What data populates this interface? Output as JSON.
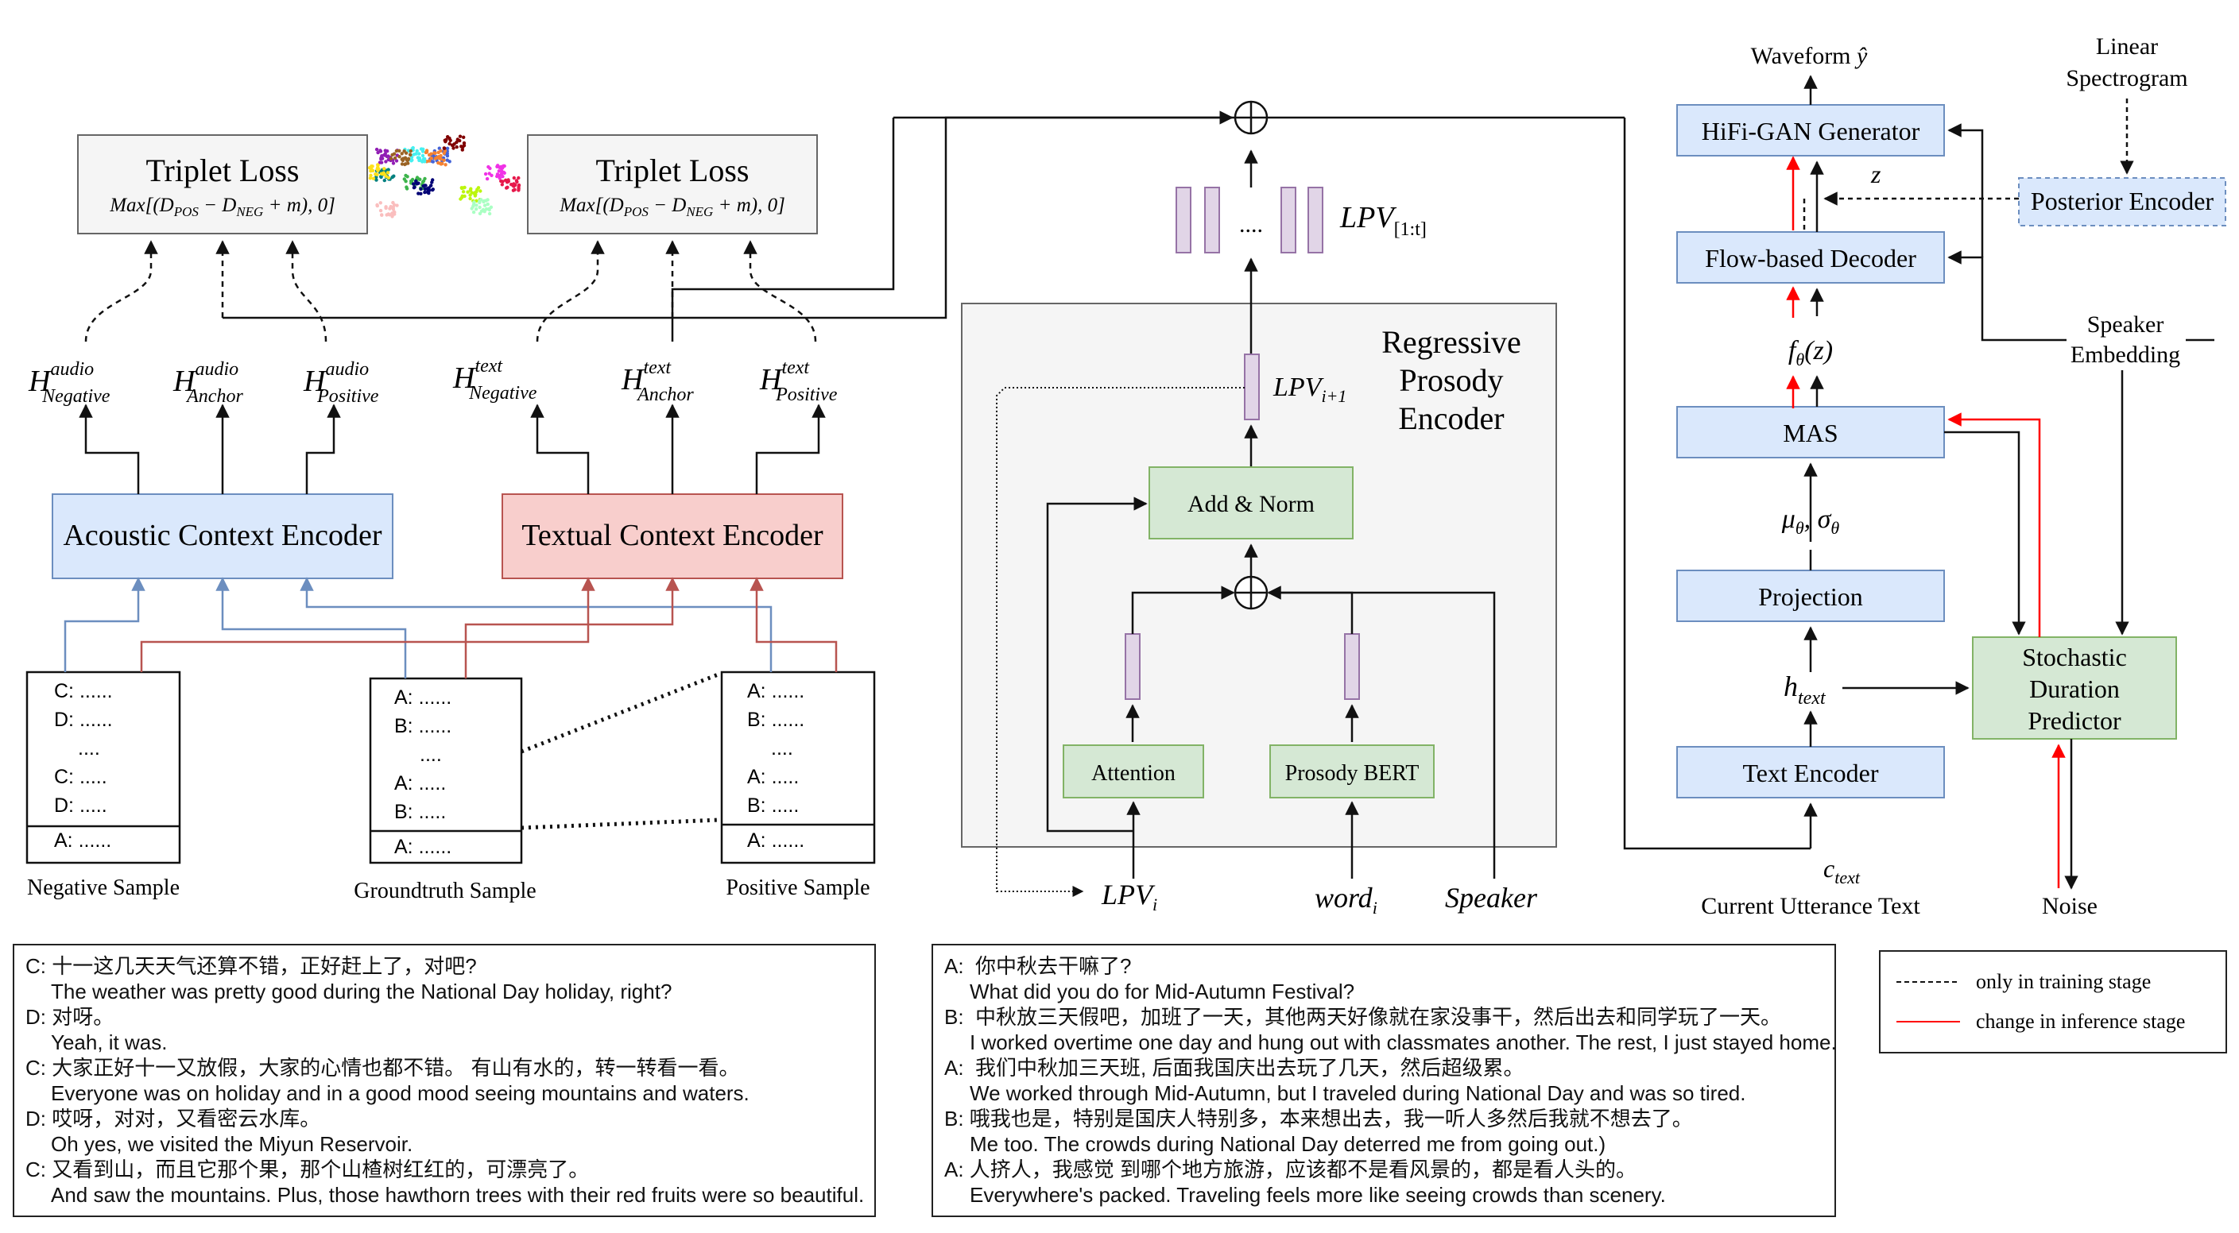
{
  "left": {
    "triplet_loss_1": {
      "title": "Triplet Loss",
      "formula": "Max[(D",
      "formula_pos": "POS",
      "formula_mid": " − D",
      "formula_neg": "NEG",
      "formula_end": " + m), 0]"
    },
    "triplet_loss_2": {
      "title": "Triplet Loss",
      "formula": "Max[(D",
      "formula_pos": "POS",
      "formula_mid": " − D",
      "formula_neg": "NEG",
      "formula_end": " + m), 0]"
    },
    "h_audio_negative": {
      "base": "H",
      "sup": "audio",
      "sub": "Negative"
    },
    "h_audio_anchor": {
      "base": "H",
      "sup": "audio",
      "sub": "Anchor"
    },
    "h_audio_positive": {
      "base": "H",
      "sup": "audio",
      "sub": "Positive"
    },
    "h_text_negative": {
      "base": "H",
      "sup": "text",
      "sub": "Negative"
    },
    "h_text_anchor": {
      "base": "H",
      "sup": "text",
      "sub": "Anchor"
    },
    "h_text_positive": {
      "base": "H",
      "sup": "text",
      "sub": "Positive"
    },
    "acoustic_encoder": "Acoustic Context Encoder",
    "textual_encoder": "Textual Context Encoder",
    "negative_sample": {
      "lines": [
        "C: ......",
        "D: ......",
        "....",
        "C: .....",
        "D: ....."
      ],
      "last": "A: ......",
      "caption": "Negative Sample"
    },
    "groundtruth_sample": {
      "lines": [
        "A: ......",
        "B: ......",
        "....",
        "A: .....",
        "B: ....."
      ],
      "last": "A: ......",
      "caption": "Groundtruth Sample"
    },
    "positive_sample": {
      "lines": [
        "A: ......",
        "B: ......",
        "....",
        "A: .....",
        "B: ....."
      ],
      "last": "A: ......",
      "caption": "Positive Sample"
    }
  },
  "middle": {
    "lpv_seq": {
      "base": "LPV",
      "sub": "[1:t]",
      "ellipsis": "...."
    },
    "regressive_prosody_encoder": [
      "Regressive",
      "Prosody",
      "Encoder"
    ],
    "lpv_next": {
      "base": "LPV",
      "sub": "i+1"
    },
    "add_norm": "Add & Norm",
    "attention": "Attention",
    "prosody_bert": "Prosody BERT",
    "lpv_i": {
      "base": "LPV",
      "sub": "i"
    },
    "word_i": {
      "base": "word",
      "sub": "i"
    },
    "speaker": "Speaker"
  },
  "right": {
    "waveform": {
      "text": "Waveform ",
      "sym": "ŷ"
    },
    "linear_spectrogram": [
      "Linear",
      "Spectrogram"
    ],
    "hifigan": "HiFi-GAN Generator",
    "z": "z",
    "posterior_encoder": "Posterior Encoder",
    "flow_decoder": "Flow-based Decoder",
    "f_theta": {
      "base": "f",
      "sub": "θ",
      "rest": "(z)"
    },
    "speaker_embedding": [
      "Speaker",
      "Embedding"
    ],
    "mas": "MAS",
    "mu_sigma": {
      "mu": "μ",
      "s1": "θ",
      "comma": ", ",
      "sigma": "σ",
      "s2": "θ"
    },
    "projection": "Projection",
    "h_text": {
      "base": "h",
      "sub": "text"
    },
    "sdp": [
      "Stochastic",
      "Duration",
      "Predictor"
    ],
    "text_encoder": "Text Encoder",
    "c_text": {
      "base": "c",
      "sub": "text"
    },
    "current_utterance": "Current Utterance Text",
    "noise": "Noise"
  },
  "dialog_left": [
    {
      "zh": "C: 十一这几天天气还算不错，正好赶上了，对吧?",
      "en": "The weather was pretty good during the National Day holiday, right?"
    },
    {
      "zh": "D: 对呀。",
      "en": "Yeah, it was."
    },
    {
      "zh": "C: 大家正好十一又放假，大家的心情也都不错。 有山有水的，转一转看一看。",
      "en": "Everyone was on holiday and in a good mood seeing mountains and waters."
    },
    {
      "zh": "D: 哎呀，对对，又看密云水库。",
      "en": "Oh yes, we visited the Miyun Reservoir."
    },
    {
      "zh": "C: 又看到山，而且它那个果，那个山楂树红红的，可漂亮了。",
      "en": "And saw the mountains. Plus, those hawthorn trees with their red fruits were so beautiful."
    }
  ],
  "dialog_right": [
    {
      "zh": "A:  你中秋去干嘛了?",
      "en": "What did you do for Mid-Autumn Festival?"
    },
    {
      "zh": "B:  中秋放三天假吧，加班了一天，其他两天好像就在家没事干，然后出去和同学玩了一天。",
      "en": "I worked overtime one day and hung out with classmates another. The rest, I just stayed home."
    },
    {
      "zh": "A:  我们中秋加三天班, 后面我国庆出去玩了几天，然后超级累。",
      "en": "We worked through Mid-Autumn, but I traveled during National Day and was so tired."
    },
    {
      "zh": "B: 哦我也是，特别是国庆人特别多，本来想出去，我一听人多然后我就不想去了。",
      "en": "Me too. The crowds during National Day deterred me from going out.)"
    },
    {
      "zh": "A: 人挤人，我感觉 到哪个地方旅游，应该都不是看风景的，都是看人头的。",
      "en": "Everywhere's packed. Traveling feels more like seeing crowds than scenery."
    }
  ],
  "legend": {
    "training_only": "only in training stage",
    "inference_change": "change in inference stage"
  },
  "colors": {
    "blue_fill": "#dae8fc",
    "blue_stroke": "#6c8ebf",
    "red_fill": "#f8cecc",
    "red_stroke": "#b85450",
    "green_fill": "#d5e8d4",
    "green_stroke": "#82b366",
    "purple_fill": "#e1d5e7",
    "purple_stroke": "#9673a6",
    "gray_fill": "#f5f5f5",
    "gray_stroke": "#666666",
    "red_arrow": "#ff0000"
  }
}
